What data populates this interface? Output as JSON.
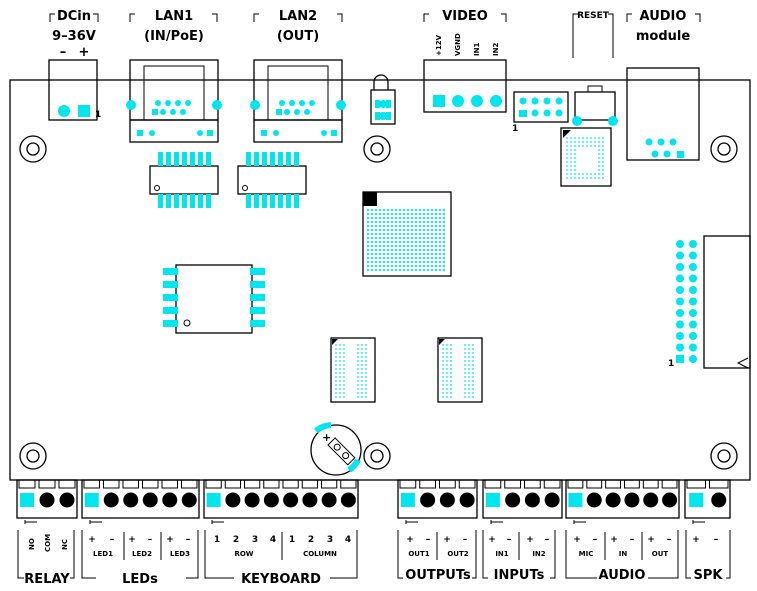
{
  "colors": {
    "pad": "#00e5ee",
    "outline": "#000000",
    "board": "#ffffff"
  },
  "top_labels": {
    "dcin_title": "DCin",
    "dcin_voltage": "9–36V",
    "dcin_minus": "–",
    "dcin_plus": "+",
    "dcin_pin1": "1",
    "lan1_title": "LAN1",
    "lan1_sub": "(IN/PoE)",
    "lan2_title": "LAN2",
    "lan2_sub": "(OUT)",
    "video_title": "VIDEO",
    "video_pins": [
      "+12V",
      "VGND",
      "IN1",
      "IN2"
    ],
    "reset": "RESET",
    "audio_module_title": "AUDIO",
    "audio_module_sub": "module",
    "header_pin1": "1",
    "right_header_pin1": "1"
  },
  "bottom_pins": {
    "relay": [
      "NO",
      "COM",
      "NC"
    ],
    "leds_pm": [
      "+",
      "–",
      "+",
      "–",
      "+",
      "–"
    ],
    "leds": [
      "LED1",
      "LED2",
      "LED3"
    ],
    "row_nums": [
      "1",
      "2",
      "3",
      "4"
    ],
    "col_nums": [
      "1",
      "2",
      "3",
      "4"
    ],
    "row": "ROW",
    "column": "COLUMN",
    "outputs_pm": [
      "+",
      "–",
      "+",
      "–"
    ],
    "outputs": [
      "OUT1",
      "OUT2"
    ],
    "inputs_pm": [
      "+",
      "–",
      "+",
      "–"
    ],
    "inputs": [
      "IN1",
      "IN2"
    ],
    "audio_pm": [
      "+",
      "–",
      "+",
      "–",
      "+",
      "–"
    ],
    "audio": [
      "MIC",
      "IN",
      "OUT"
    ],
    "spk_pm": [
      "+",
      "–"
    ]
  },
  "group_labels": {
    "relay": "RELAY",
    "leds": "LEDs",
    "keyboard": "KEYBOARD",
    "outputs": "OUTPUTs",
    "inputs": "INPUTs",
    "audio": "AUDIO",
    "spk": "SPK"
  },
  "battery": {
    "plus": "+"
  }
}
